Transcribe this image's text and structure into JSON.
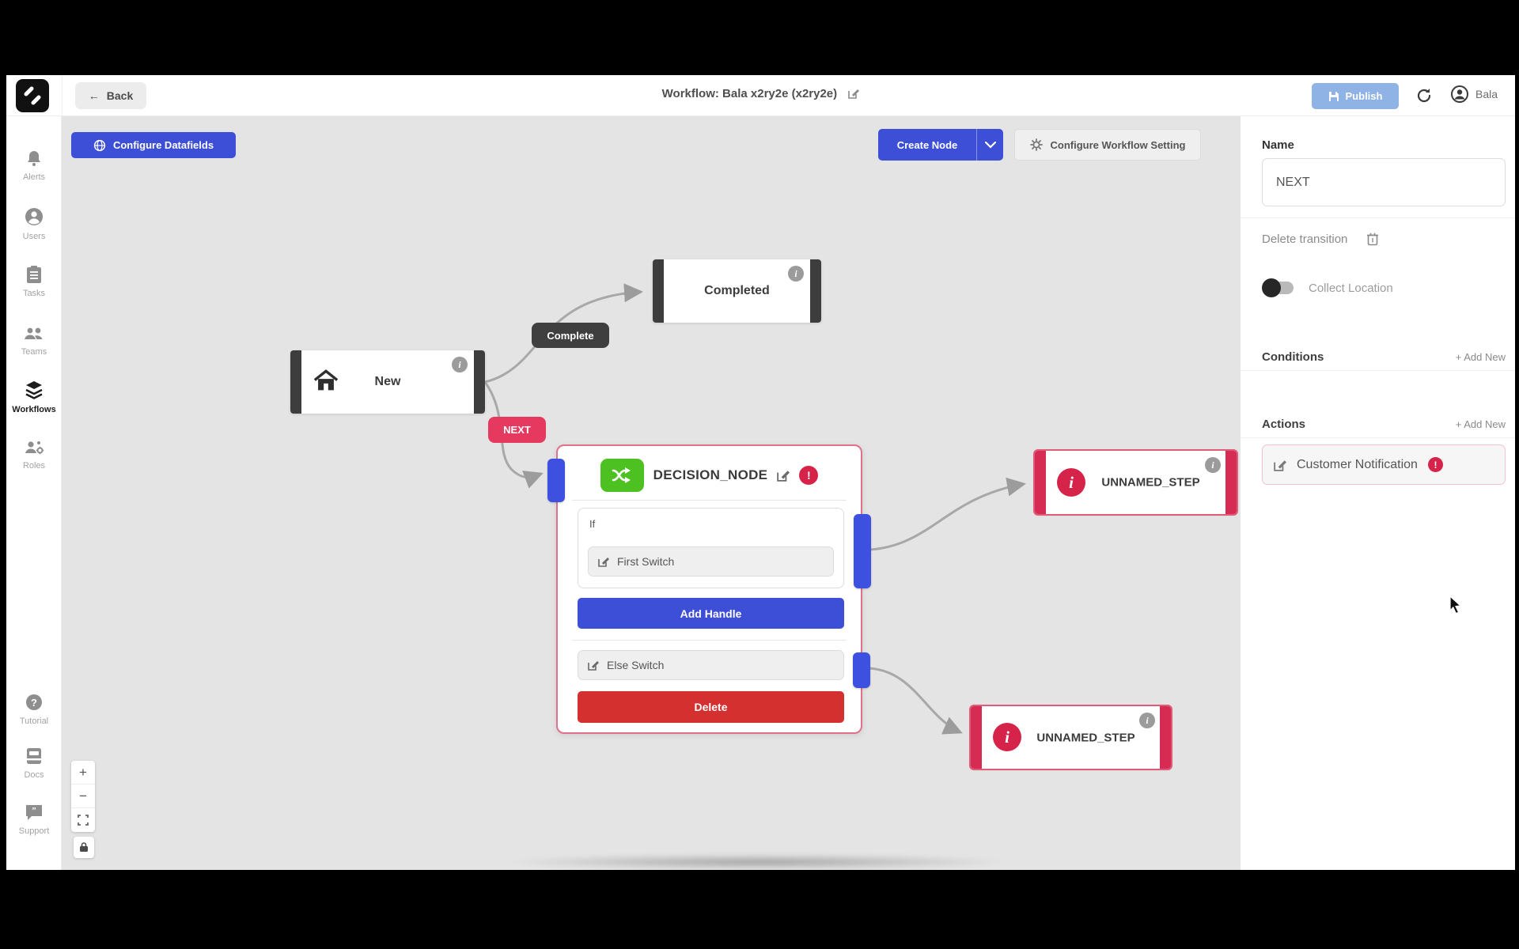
{
  "header": {
    "back": "Back",
    "title": "Workflow: Bala x2ry2e (x2ry2e)",
    "publish": "Publish",
    "user": "Bala"
  },
  "sidebar": {
    "items": [
      {
        "label": "Alerts",
        "icon": "bell-icon"
      },
      {
        "label": "Users",
        "icon": "user-icon"
      },
      {
        "label": "Tasks",
        "icon": "clipboard-icon"
      },
      {
        "label": "Teams",
        "icon": "people-icon"
      },
      {
        "label": "Workflows",
        "icon": "layers-icon",
        "active": true
      },
      {
        "label": "Roles",
        "icon": "roles-icon"
      }
    ],
    "bottom": [
      {
        "label": "Tutorial",
        "icon": "question-circle-icon"
      },
      {
        "label": "Docs",
        "icon": "book-icon"
      },
      {
        "label": "Support",
        "icon": "chat-icon"
      }
    ]
  },
  "toolbar": {
    "configure_datafields": "Configure Datafields",
    "create_node": "Create Node",
    "configure_workflow_setting": "Configure Workflow Setting"
  },
  "nodes": {
    "new": {
      "label": "New"
    },
    "completed": {
      "label": "Completed"
    },
    "decision": {
      "title": "DECISION_NODE",
      "if_label": "If",
      "first_switch": "First Switch",
      "add_handle": "Add Handle",
      "else_switch": "Else Switch",
      "delete": "Delete"
    },
    "unnamed_right": {
      "label": "UNNAMED_STEP"
    },
    "unnamed_bottom": {
      "label": "UNNAMED_STEP"
    }
  },
  "edges": {
    "complete": "Complete",
    "next": "NEXT"
  },
  "inspector": {
    "name_label": "Name",
    "name_value": "NEXT",
    "delete_transition": "Delete transition",
    "collect_location": "Collect Location",
    "conditions_label": "Conditions",
    "conditions_add_new": "+ Add New",
    "actions_label": "Actions",
    "actions_add_new": "+ Add New",
    "action_item": "Customer Notification"
  },
  "zoom_controls": {
    "zoom_in": "+",
    "zoom_out": "−"
  },
  "icons": {
    "info_glyph": "i",
    "alert_glyph": "!",
    "back_arrow": "←"
  },
  "colors": {
    "primary_blue": "#3e4fd7",
    "publish_blue": "#8fb3e4",
    "crimson": "#d62b52",
    "delete_red": "#d43030",
    "green": "#4ec122",
    "canvas_gray": "#e4e4e4"
  }
}
